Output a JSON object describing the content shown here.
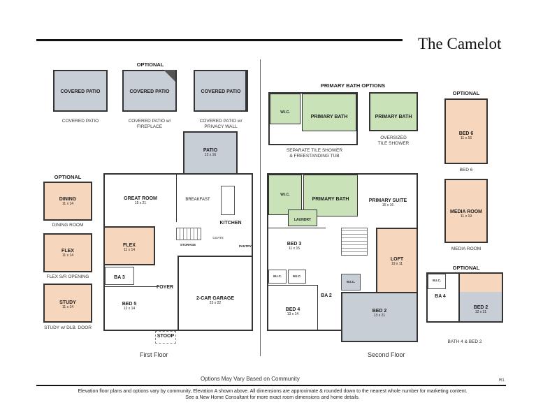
{
  "title": "The Camelot",
  "colors": {
    "patio_gray": "#c8ced6",
    "flex_peach": "#f6d6bd",
    "bath_green": "#c9e2b8",
    "line": "#333333"
  },
  "first_floor": {
    "floor_label": "First Floor",
    "optional_header": "OPTIONAL",
    "patio_options": {
      "patio_a": {
        "room": "COVERED PATIO",
        "caption": "COVERED PATIO"
      },
      "patio_b": {
        "room": "COVERED PATIO",
        "caption": "COVERED PATIO w/\nFIREPLACE"
      },
      "patio_c": {
        "room": "COVERED PATIO",
        "caption": "COVERED PATIO w/\nPRIVACY WALL"
      }
    },
    "side_optional_header": "OPTIONAL",
    "side_options": {
      "dining": {
        "room": "DINING",
        "dim": "11 x 14",
        "caption": "DINING ROOM"
      },
      "flex": {
        "room": "FLEX",
        "dim": "11 x 14",
        "caption": "FLEX S/R OPENING"
      },
      "study": {
        "room": "STUDY",
        "dim": "11 x 14",
        "caption": "STUDY w/ DLB. DOOR"
      }
    },
    "rooms": {
      "patio": {
        "name": "PATIO",
        "dim": "12 x 16"
      },
      "great_room": {
        "name": "GREAT ROOM",
        "dim": "15 x 21"
      },
      "breakfast": {
        "name": "BREAKFAST"
      },
      "kitchen": {
        "name": "KITCHEN"
      },
      "flex": {
        "name": "FLEX",
        "dim": "11 x 14"
      },
      "storage": {
        "name": "STORAGE"
      },
      "pantry": {
        "name": "PANTRY"
      },
      "coats": {
        "name": "COATS"
      },
      "ba3": {
        "name": "BA 3"
      },
      "foyer": {
        "name": "FOYER"
      },
      "bed5": {
        "name": "BED 5",
        "dim": "12 x 14"
      },
      "garage": {
        "name": "2-CAR GARAGE",
        "dim": "23 x 22"
      },
      "stoop": {
        "name": "STOOP"
      }
    }
  },
  "second_floor": {
    "floor_label": "Second Floor",
    "bath_options_header": "PRIMARY BATH OPTIONS",
    "bath_option_a": {
      "wic": "W.I.C.",
      "bath": "PRIMARY BATH",
      "caption": "SEPARATE TILE SHOWER\n& FREESTANDING TUB"
    },
    "bath_option_b": {
      "bath": "PRIMARY BATH",
      "caption": "OVERSIZED\nTILE SHOWER"
    },
    "rooms": {
      "wic": {
        "name": "W.I.C."
      },
      "primary_bath": {
        "name": "PRIMARY BATH"
      },
      "primary_suite": {
        "name": "PRIMARY SUITE",
        "dim": "15 x 16"
      },
      "laundry": {
        "name": "LAUNDRY"
      },
      "bed3": {
        "name": "BED 3",
        "dim": "11 x 15"
      },
      "wic_a": {
        "name": "W.I.C."
      },
      "wic_b": {
        "name": "W.I.C."
      },
      "wic_c": {
        "name": "W.I.C."
      },
      "loft": {
        "name": "LOFT",
        "dim": "19 x 11"
      },
      "ba2": {
        "name": "BA 2"
      },
      "bed4": {
        "name": "BED 4",
        "dim": "13 x 14"
      },
      "bed2": {
        "name": "BED 2",
        "dim": "13 x 21"
      }
    }
  },
  "right_options": {
    "optional_header": "OPTIONAL",
    "bed6": {
      "name": "BED 6",
      "dim": "11 x 16",
      "caption": "BED 6"
    },
    "media_room": {
      "name": "MEDIA ROOM",
      "dim": "11 x 19",
      "caption": "MEDIA ROOM"
    },
    "optional_header_2": "OPTIONAL",
    "bath4_bed2": {
      "wic": "W.I.C.",
      "ba4": "BA 4",
      "bed2": "BED 2",
      "dim": "12 x 21",
      "caption": "BATH 4 & BED 2"
    }
  },
  "footer": {
    "vary_note": "Options May Vary Based on Community",
    "revision": "R1",
    "disclaimer_line1": "Elevation floor plans and options vary by community, Elevation A shown above. All dimensions are approximate & rounded down to the nearest whole number for marketing content.",
    "disclaimer_line2": "See a New Home Consultant for more exact room dimensions and home details."
  }
}
